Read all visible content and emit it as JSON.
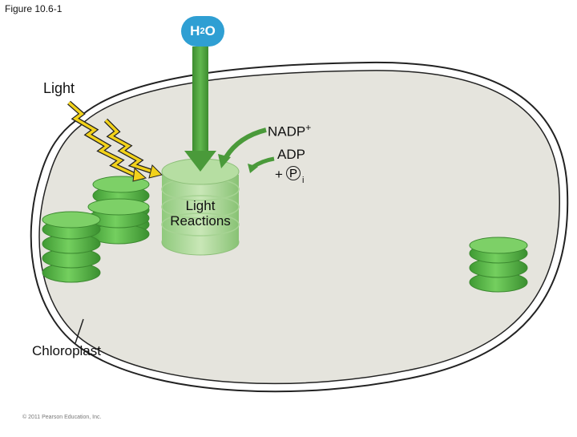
{
  "figure": {
    "title": "Figure 10.6-1",
    "copyright": "© 2011 Pearson Education, Inc."
  },
  "labels": {
    "light": "Light",
    "water_main": "H",
    "water_sub": "2",
    "water_tail": "O",
    "nadp": "NADP",
    "nadp_sup": "+",
    "adp": "ADP",
    "plus": "+",
    "phosphate": "P",
    "phosphate_sub": "i",
    "light_reactions_line1": "Light",
    "light_reactions_line2": "Reactions",
    "chloroplast": "Chloroplast"
  },
  "colors": {
    "water_badge": "#2f9fd3",
    "arrow_green": "#4a9a3a",
    "lightning_yellow": "#f2d21a",
    "stroma": "#e5e4dd",
    "thylakoid_green": "#5cb84a"
  }
}
